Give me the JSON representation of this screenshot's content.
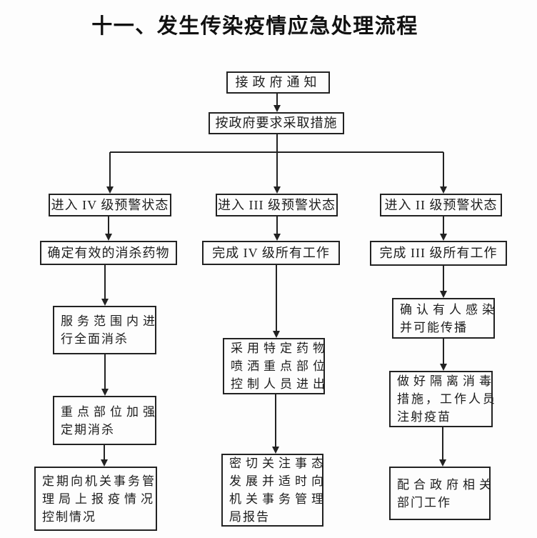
{
  "title": "十一、发生传染疫情应急处理流程",
  "colors": {
    "ink": "#222222",
    "background": "#fdfdfd"
  },
  "flow": {
    "start": {
      "lines": [
        "接政府通知"
      ]
    },
    "action": {
      "lines": [
        "按政府要求采取措施"
      ]
    },
    "columns": [
      {
        "boxes": [
          {
            "lines": [
              "进入 IV 级预警状态"
            ]
          },
          {
            "lines": [
              "确定有效的消杀药物"
            ]
          },
          {
            "lines": [
              "服务范围内进",
              "行全面消杀"
            ]
          },
          {
            "lines": [
              "重点部位加强",
              "定期消杀"
            ]
          },
          {
            "lines": [
              "定期向机关事务管",
              "理局上报疫情况",
              "控制情况"
            ]
          }
        ]
      },
      {
        "boxes": [
          {
            "lines": [
              "进入 III 级预警状态"
            ]
          },
          {
            "lines": [
              "完成 IV 级所有工作"
            ]
          },
          {
            "lines": [
              "采用特定药物",
              "喷洒重点部位",
              "控制人员进出"
            ]
          },
          {
            "lines": [
              "密切关注事态",
              "发展并适时向",
              "机关事务管理",
              "局报告"
            ]
          }
        ]
      },
      {
        "boxes": [
          {
            "lines": [
              "进入 II 级预警状态"
            ]
          },
          {
            "lines": [
              "完成 III 级所有工作"
            ]
          },
          {
            "lines": [
              "确认有人感染",
              "并可能传播"
            ]
          },
          {
            "lines": [
              "做好隔离消毒",
              "措施，工作人员",
              "注射疫苗"
            ]
          },
          {
            "lines": [
              "配合政府相关",
              "部门工作"
            ]
          }
        ]
      }
    ]
  }
}
